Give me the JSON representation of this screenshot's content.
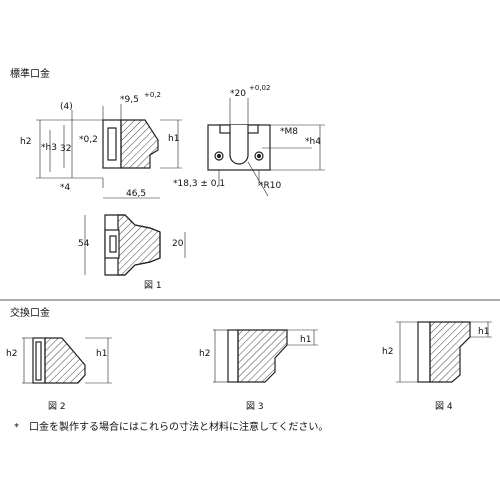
{
  "sections": {
    "standard": "標準口金",
    "replaceable": "交換口金"
  },
  "figures": {
    "fig1": "図 1",
    "fig2": "図 2",
    "fig3": "図 3",
    "fig4": "図 4"
  },
  "dims": {
    "h2": "h2",
    "h3": "*h3",
    "d32": "32",
    "p4": "(4)",
    "s4": "*4",
    "s02": "*0,2",
    "d95": "*9,5",
    "d95tol": "+0,2",
    "h1": "h1",
    "d20": "*20",
    "d20tol": "+0,02",
    "m8": "*M8",
    "h4": "*h4",
    "r10": "*R10",
    "d183": "*18,3 ± 0,1",
    "d465": "46,5",
    "d54": "54",
    "d20b": "20"
  },
  "fig_labels": {
    "h2": "h2",
    "h1": "h1"
  },
  "footnote": "*　口金を製作する場合にはこれらの寸法と材料に注意してください。",
  "colors": {
    "line": "#222222",
    "hatch": "#444444",
    "fill": "#ffffff"
  }
}
